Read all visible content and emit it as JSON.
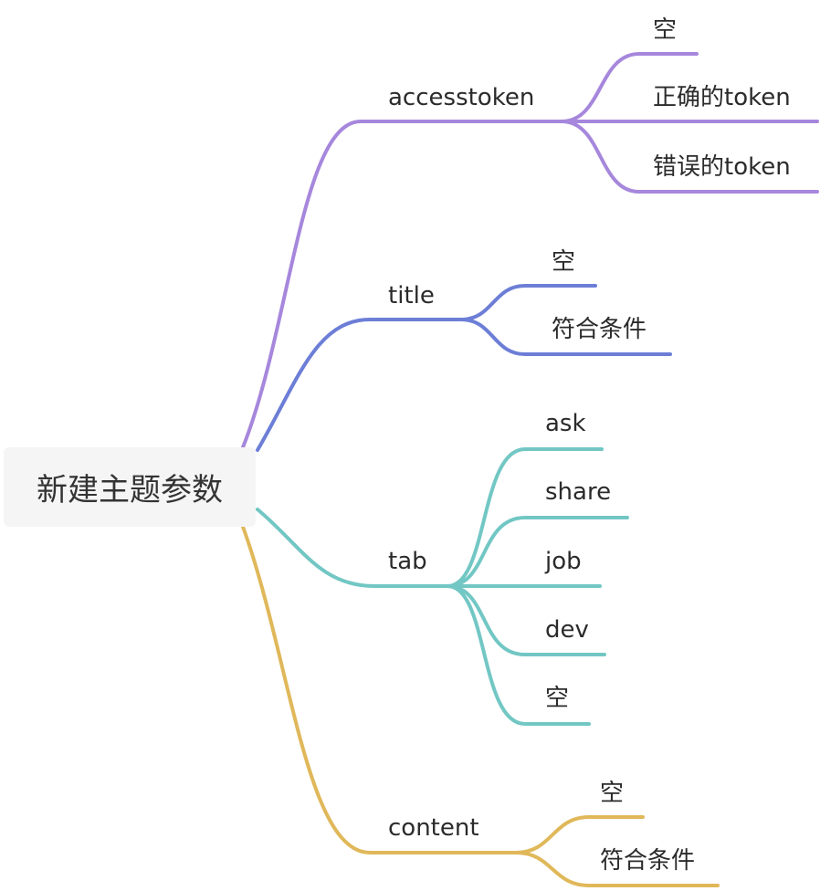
{
  "root": {
    "label": "新建主题参数"
  },
  "colors": {
    "accesstoken": "#a687dc",
    "title": "#6c7ed6",
    "tab": "#72c7c4",
    "content": "#e0b85a"
  },
  "branches": [
    {
      "id": "accesstoken",
      "label": "accesstoken",
      "children": [
        {
          "label": "空"
        },
        {
          "label": "正确的token"
        },
        {
          "label": "错误的token"
        }
      ]
    },
    {
      "id": "title",
      "label": "title",
      "children": [
        {
          "label": "空"
        },
        {
          "label": "符合条件"
        }
      ]
    },
    {
      "id": "tab",
      "label": "tab",
      "children": [
        {
          "label": "ask"
        },
        {
          "label": "share"
        },
        {
          "label": "job"
        },
        {
          "label": "dev"
        },
        {
          "label": "空"
        }
      ]
    },
    {
      "id": "content",
      "label": "content",
      "children": [
        {
          "label": "空"
        },
        {
          "label": "符合条件"
        }
      ]
    }
  ]
}
